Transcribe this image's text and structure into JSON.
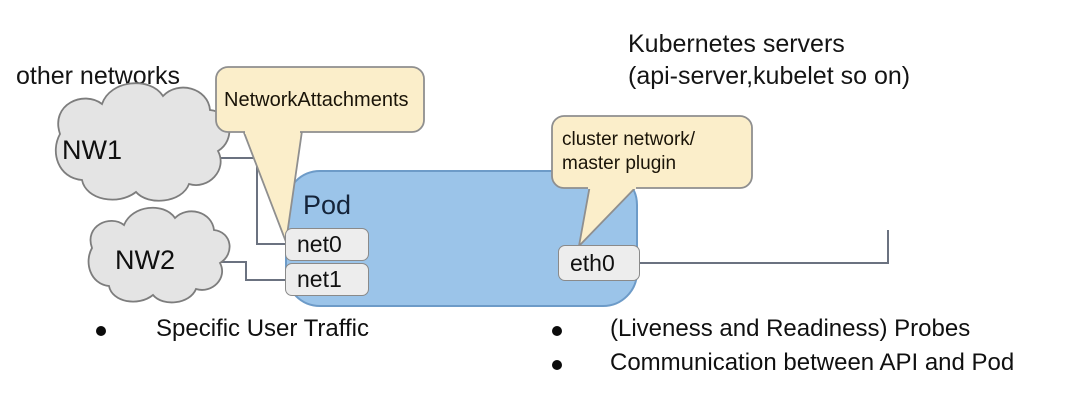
{
  "diagram": {
    "title_text": "other networks",
    "kubernetes_servers": {
      "line1": "Kubernetes servers",
      "line2": "(api-server,kubelet so on)"
    },
    "clouds": [
      {
        "name": "NW1"
      },
      {
        "name": "NW2"
      }
    ],
    "pod": {
      "label": "Pod",
      "fill_color": "#9bc4e9",
      "border_color": "#6d9bc8",
      "interfaces": [
        {
          "name": "net0"
        },
        {
          "name": "net1"
        },
        {
          "name": "eth0"
        }
      ]
    },
    "callouts": [
      {
        "id": "network-attachments",
        "text": "NetworkAttachments",
        "fill_color": "#fbeeca",
        "border_color": "#8f8f8f"
      },
      {
        "id": "cluster-plugin",
        "line1": "cluster network/",
        "line2": "master plugin",
        "fill_color": "#fbeeca",
        "border_color": "#8f8f8f"
      }
    ],
    "bullets": {
      "left": [
        "Specific User Traffic"
      ],
      "right": [
        "(Liveness and Readiness) Probes",
        "Communication between API and Pod"
      ]
    },
    "colors": {
      "cloud_fill": "#e4e4e4",
      "cloud_border": "#7d7d7d",
      "connector_line": "#6b7280",
      "iface_fill": "#ededed",
      "background": "#ffffff"
    }
  }
}
